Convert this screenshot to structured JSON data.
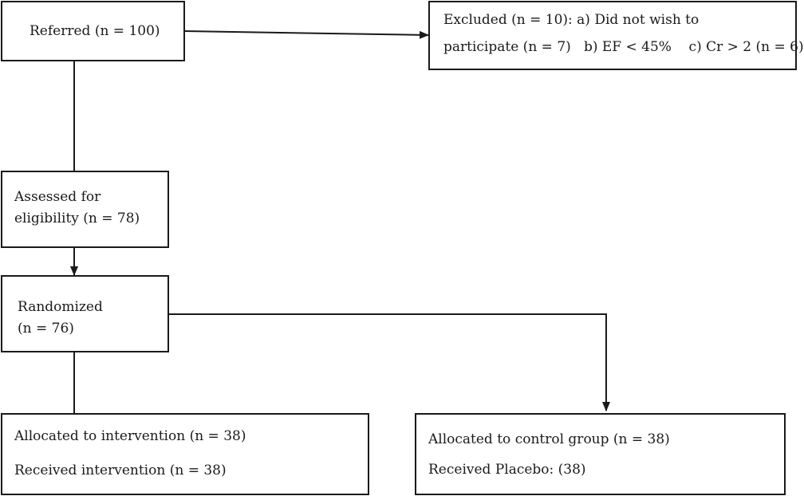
{
  "referred": {
    "text": "Referred (n = 100)"
  },
  "excluded": {
    "line1": "Excluded (n = 10): a) Did not wish to",
    "line2": "participate (n = 7)   b) EF < 45%    c) Cr > 2 (n = 6)"
  },
  "assessed": {
    "line1": "Assessed for",
    "line2": "eligibility (n = 78)"
  },
  "randomized": {
    "line1": "Randomized",
    "line2": "(n = 76)"
  },
  "intervention": {
    "allocated": "Allocated to intervention (n = 38)",
    "received": "Received intervention (n = 38)"
  },
  "control": {
    "allocated": "Allocated to control group (n = 38)",
    "received": "Received Placebo: (38)"
  }
}
